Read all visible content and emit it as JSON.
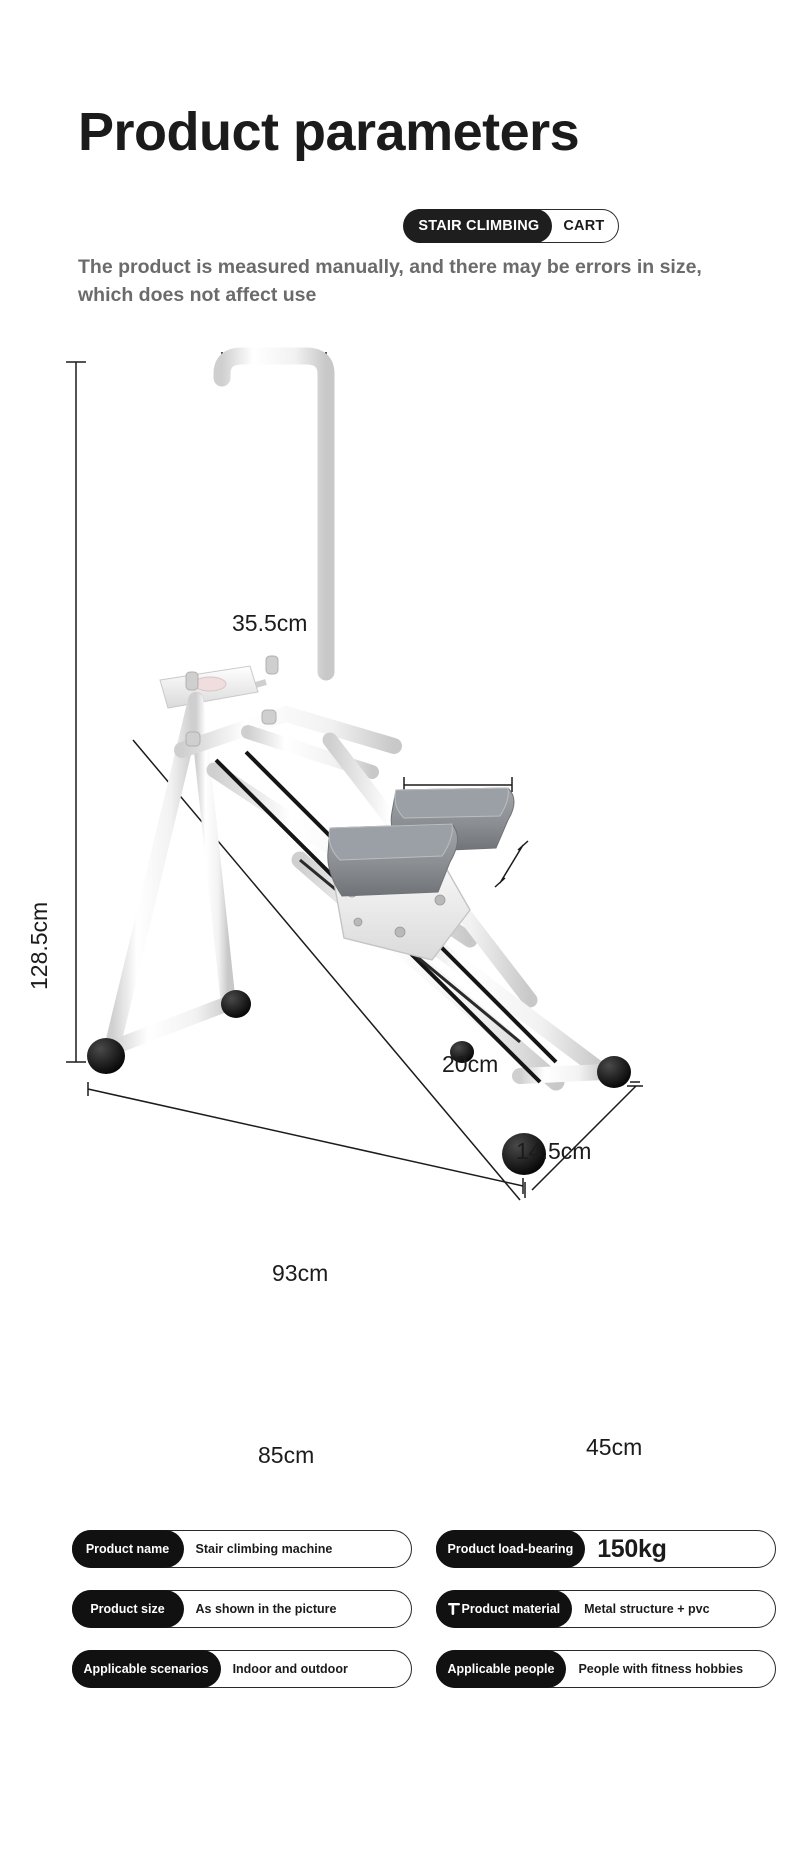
{
  "header": {
    "title": "Product parameters",
    "badge_dark": "STAIR CLIMBING",
    "badge_light": "CART",
    "subtitle": "The product is measured manually, and there may be errors in size, which does not affect use"
  },
  "illustration": {
    "alt_name": "stair-climbing-machine",
    "dimensions": {
      "handlebar_width": "35.5cm",
      "total_height": "128.5cm",
      "pedal_length": "20cm",
      "pedal_width": "14.5cm",
      "frame_diagonal": "93cm",
      "base_length": "85cm",
      "base_depth": "45cm"
    },
    "colors": {
      "frame": "#f4f4f4",
      "frame_shade": "#d9d9d9",
      "pedal": "#8e9296",
      "pedal_shade": "#777b80",
      "wheel": "#111111",
      "dimension_line": "#1b1b1b"
    }
  },
  "specs": [
    {
      "key": "Product name",
      "value": "Stair climbing machine",
      "icon": "",
      "big": false
    },
    {
      "key": "Product load-bearing",
      "value": "150kg",
      "icon": "",
      "big": true
    },
    {
      "key": "Product size",
      "value": "As shown in the picture",
      "icon": "",
      "big": false
    },
    {
      "key": "Product material",
      "value": "Metal structure + pvc",
      "icon": "pipe-icon",
      "big": false
    },
    {
      "key": "Applicable scenarios",
      "value": "Indoor and outdoor",
      "icon": "",
      "big": false
    },
    {
      "key": "Applicable people",
      "value": "People with fitness hobbies",
      "icon": "",
      "big": false
    }
  ]
}
